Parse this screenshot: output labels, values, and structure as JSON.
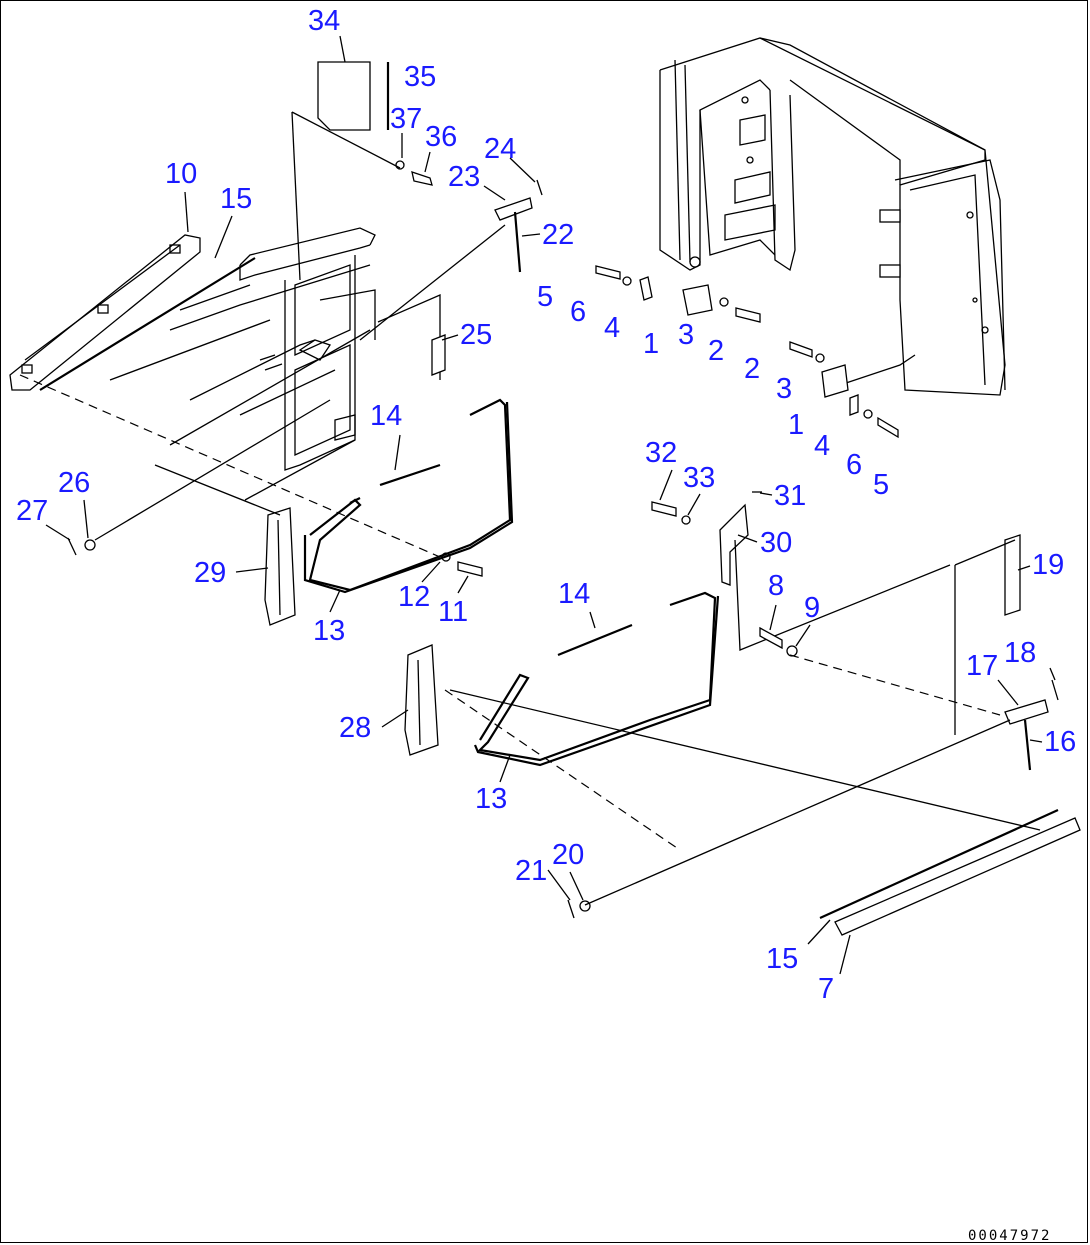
{
  "drawing_number": "00047972",
  "callouts": [
    "34",
    "35",
    "37",
    "36",
    "24",
    "23",
    "10",
    "15",
    "22",
    "5",
    "6",
    "4",
    "1",
    "3",
    "2",
    "25",
    "2",
    "3",
    "1",
    "4",
    "6",
    "5",
    "14",
    "32",
    "33",
    "31",
    "26",
    "27",
    "29",
    "30",
    "12",
    "11",
    "13",
    "19",
    "8",
    "14",
    "9",
    "17",
    "18",
    "16",
    "28",
    "13",
    "21",
    "20",
    "15",
    "7"
  ]
}
